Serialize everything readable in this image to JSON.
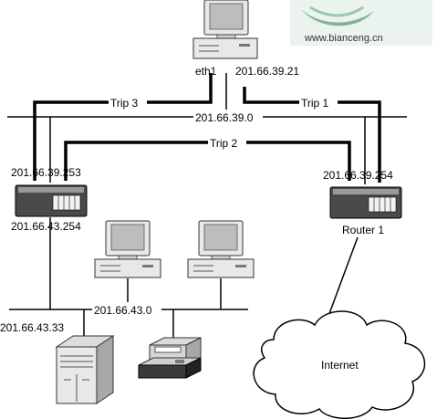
{
  "network": {
    "top_host_interface": "eth1",
    "top_host_ip": "201.66.39.21",
    "upper_network": "201.66.39.0",
    "lower_network": "201.66.43.0",
    "left_router_upper_ip": "201.66.39.253",
    "left_router_lower_ip": "201.66.43.254",
    "right_router_ip": "201.66.39.254",
    "right_router_name": "Router 1",
    "server_ip": "201.66.43.33",
    "cloud_label": "Internet"
  },
  "trips": {
    "trip1": "Trip 1",
    "trip2": "Trip 2",
    "trip3": "Trip 3"
  },
  "watermark": {
    "text": "www.bianceng.cn"
  },
  "colors": {
    "watermark_bg": "#eaf3ee",
    "watermark_swoosh": "#6fa58a",
    "device_body": "#e8e8e8",
    "screen": "#bdbdbd",
    "router_body": "#4a4a4a"
  }
}
